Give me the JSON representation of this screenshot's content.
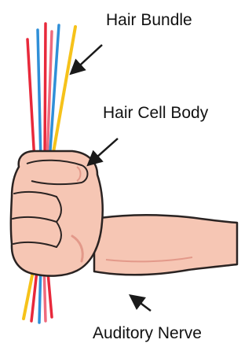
{
  "labels": {
    "hair_bundle": "Hair Bundle",
    "hair_cell_body": "Hair Cell Body",
    "auditory_nerve": "Auditory Nerve"
  },
  "colors": {
    "strand_red": "#e8293b",
    "strand_blue": "#2f8fd8",
    "strand_yellow": "#f6c21a",
    "strand_pink": "#ef6a7d",
    "skin": "#f6c6b4",
    "skin_shadow": "#e3998a",
    "outline": "#2a2322",
    "arrow": "#1a1a1a"
  }
}
